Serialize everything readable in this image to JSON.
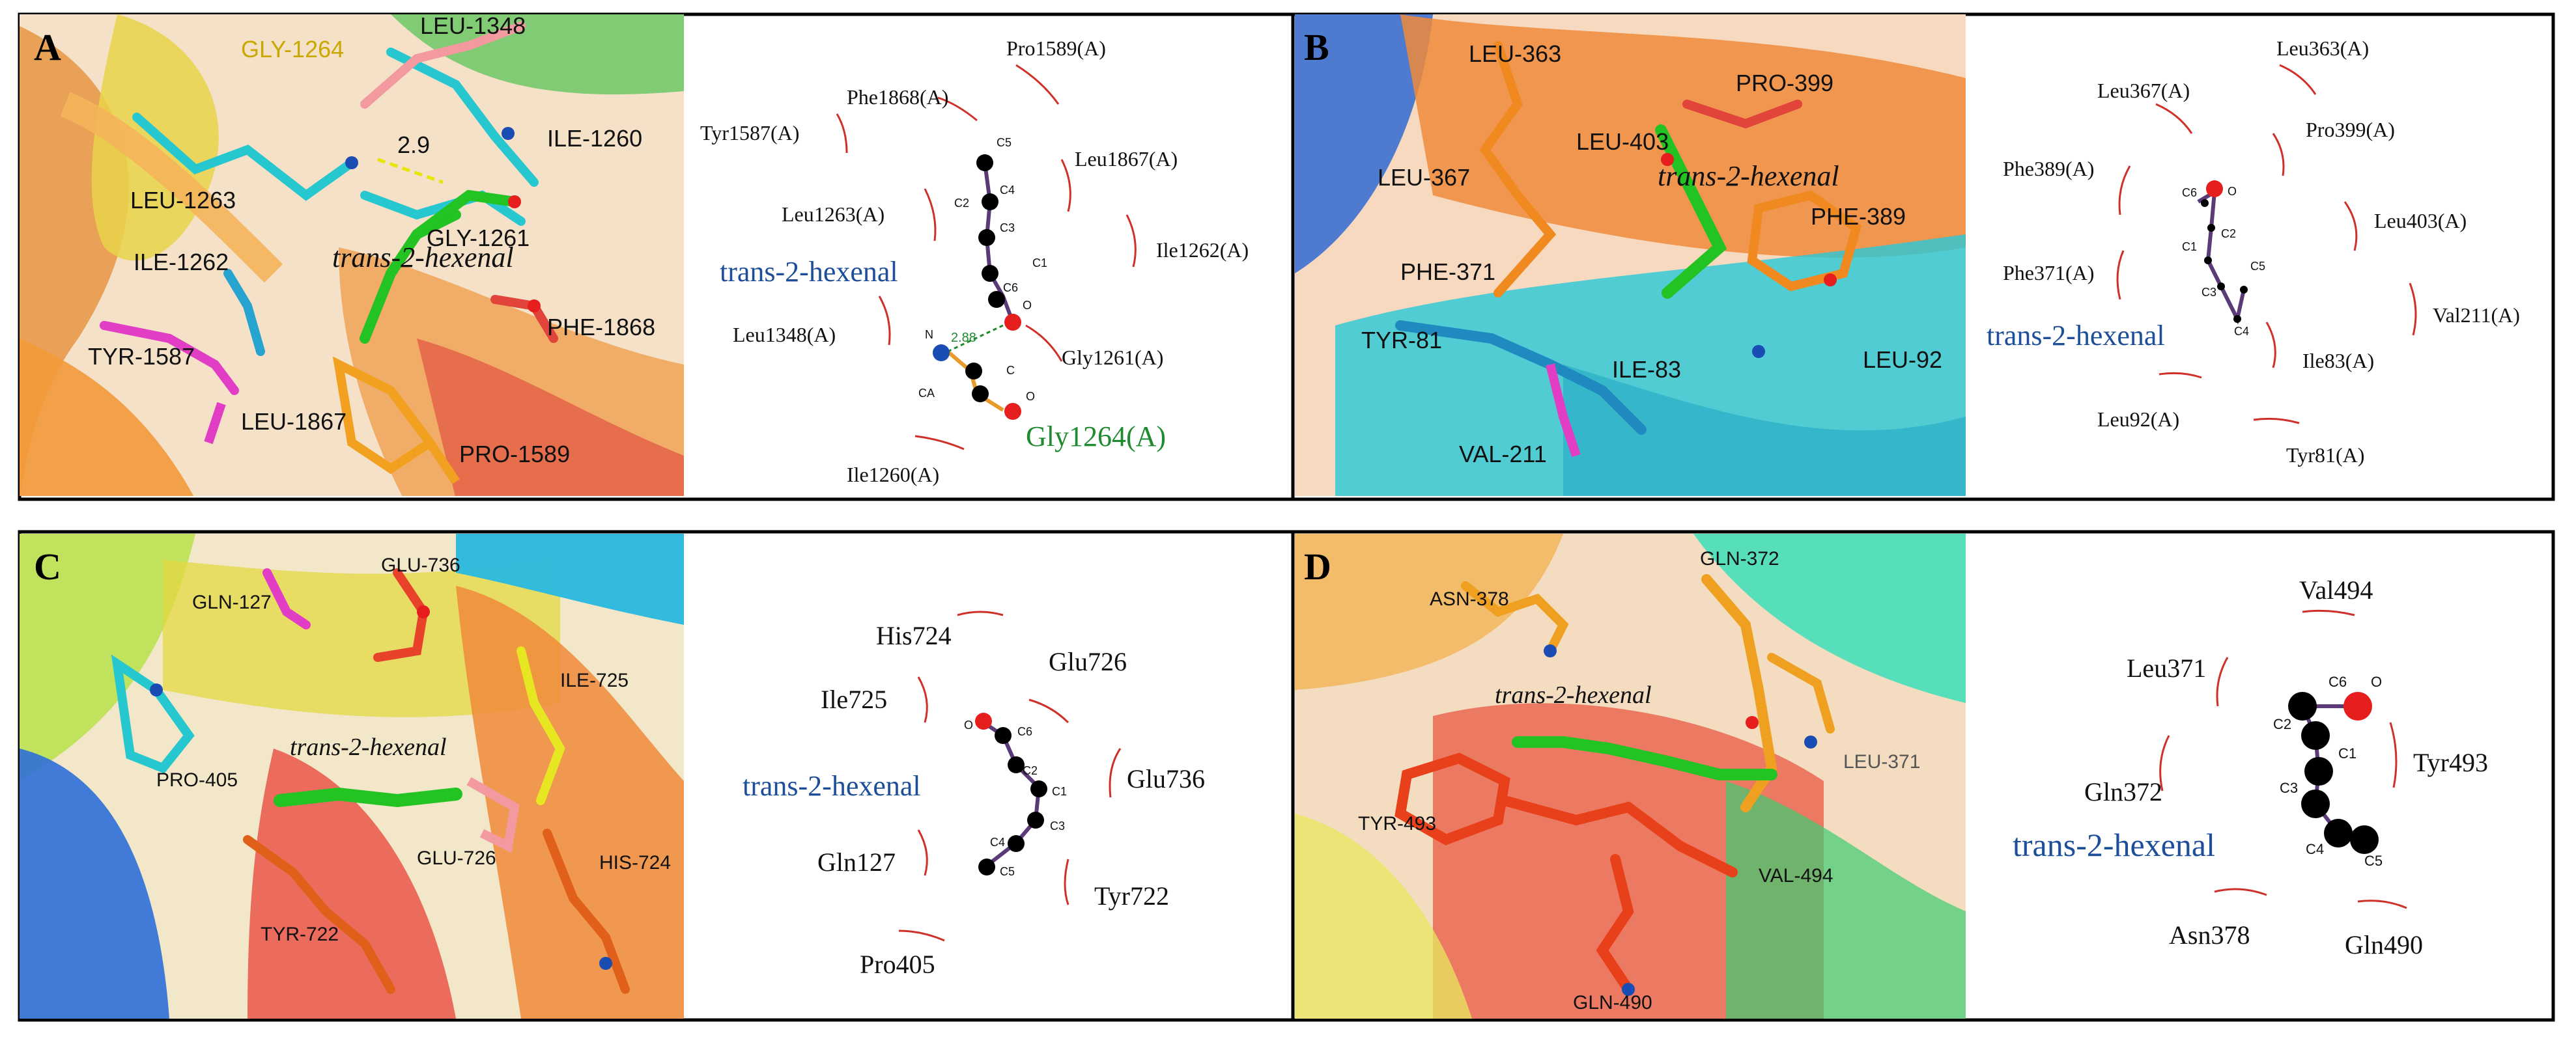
{
  "panels": {
    "A": {
      "letter": "A",
      "residues_3d": [
        "LEU-1348",
        "GLY-1264",
        "ILE-1260",
        "LEU-1263",
        "GLY-1261",
        "ILE-1262",
        "PHE-1868",
        "TYR-1587",
        "LEU-1867",
        "PRO-1589"
      ],
      "ligand_3d": "trans-2-hexenal",
      "distance": "2.9",
      "map_residues": [
        "Pro1589(A)",
        "Phe1868(A)",
        "Tyr1587(A)",
        "Leu1867(A)",
        "Leu1263(A)",
        "Ile1262(A)",
        "Leu1348(A)",
        "Gly1261(A)",
        "Ile1260(A)"
      ],
      "map_ligand": "trans-2-hexenal",
      "hbond_partner": "Gly1264(A)",
      "hbond_distance": "2.88",
      "atoms": [
        "C5",
        "C4",
        "C3",
        "C2",
        "C1",
        "C6",
        "O",
        "N",
        "C",
        "CA",
        "O"
      ]
    },
    "B": {
      "letter": "B",
      "residues_3d": [
        "LEU-363",
        "PRO-399",
        "LEU-403",
        "LEU-367",
        "PHE-389",
        "PHE-371",
        "TYR-81",
        "ILE-83",
        "LEU-92",
        "VAL-211"
      ],
      "ligand_3d": "trans-2-hexenal",
      "map_residues": [
        "Leu363(A)",
        "Leu367(A)",
        "Pro399(A)",
        "Phe389(A)",
        "Leu403(A)",
        "Phe371(A)",
        "Val211(A)",
        "Ile83(A)",
        "Leu92(A)",
        "Tyr81(A)"
      ],
      "map_ligand": "trans-2-hexenal",
      "atoms": [
        "C6",
        "O",
        "C2",
        "C1",
        "C5",
        "C3",
        "C4"
      ]
    },
    "C": {
      "letter": "C",
      "residues_3d": [
        "GLU-736",
        "GLN-127",
        "ILE-725",
        "PRO-405",
        "GLU-726",
        "HIS-724",
        "TYR-722"
      ],
      "ligand_3d": "trans-2-hexenal",
      "map_residues": [
        "His724",
        "Ile725",
        "Glu726",
        "Glu736",
        "Gln127",
        "Tyr722",
        "Pro405"
      ],
      "map_ligand": "trans-2-hexenal",
      "atoms": [
        "O",
        "C6",
        "C2",
        "C1",
        "C3",
        "C4",
        "C5"
      ]
    },
    "D": {
      "letter": "D",
      "residues_3d": [
        "GLN-372",
        "ASN-378",
        "LEU-371",
        "TYR-493",
        "VAL-494",
        "GLN-490"
      ],
      "ligand_3d": "trans-2-hexenal",
      "map_residues": [
        "Val494",
        "Leu371",
        "Tyr493",
        "Gln372",
        "Asn378",
        "Gln490"
      ],
      "map_ligand": "trans-2-hexenal",
      "atoms": [
        "C6",
        "O",
        "C2",
        "C1",
        "C3",
        "C4",
        "C5"
      ]
    }
  },
  "colors": {
    "hydrophobic_arc": "#d0302a",
    "ligand_label": "#1d4e9a",
    "hbond_label": "#1f8a2e",
    "ligand_stick": "#22c322",
    "oxygen": "#e61e1e",
    "nitrogen": "#1a4db3",
    "carbon_2d": "#000000",
    "bond_2d": "#5a3b78"
  }
}
